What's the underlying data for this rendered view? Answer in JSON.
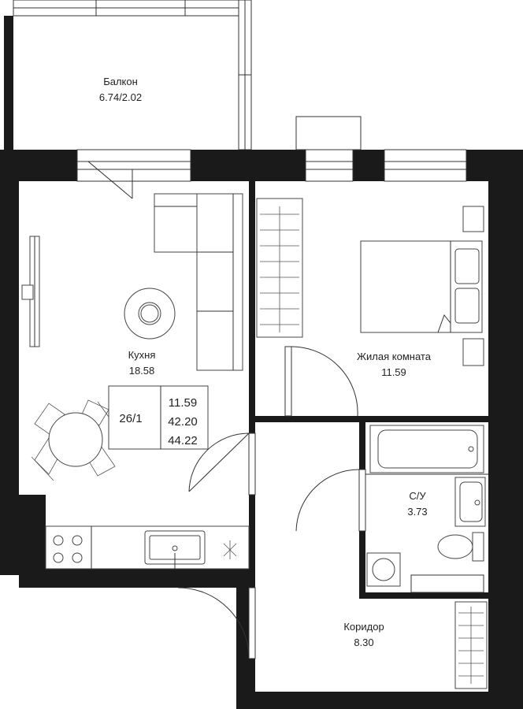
{
  "colors": {
    "wall": "#1a1a1a",
    "line": "#333333",
    "background": "#ffffff",
    "text": "#222222"
  },
  "rooms": {
    "balcony": {
      "name": "Балкон",
      "area": "6.74/2.02"
    },
    "kitchen": {
      "name": "Кухня",
      "area": "18.58"
    },
    "living": {
      "name": "Жилая комната",
      "area": "11.59"
    },
    "bathroom": {
      "name": "С/У",
      "area": "3.73"
    },
    "corridor": {
      "name": "Коридор",
      "area": "8.30"
    }
  },
  "summary": {
    "apartment_no": "26/1",
    "living_area": "11.59",
    "total_area": "42.20",
    "area_with_balcony": "44.22"
  }
}
